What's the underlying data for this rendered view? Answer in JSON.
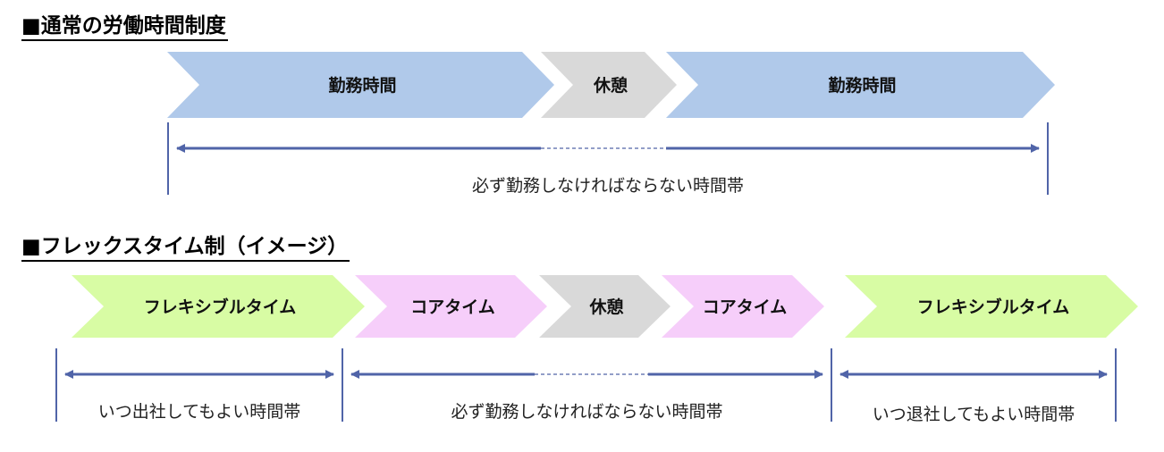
{
  "colors": {
    "work": "#b0c9ea",
    "break": "#d9d9d9",
    "flexible": "#d8fca4",
    "core": "#f6cefa",
    "line": "#5064a8"
  },
  "sections": [
    {
      "heading": "■通常の労働時間制度",
      "segments": [
        {
          "label": "勤務時間",
          "kind": "work"
        },
        {
          "label": "休憩",
          "kind": "break"
        },
        {
          "label": "勤務時間",
          "kind": "work"
        }
      ],
      "spans": [
        {
          "label": "必ず勤務しなければならない時間帯",
          "dashed_middle": true
        }
      ]
    },
    {
      "heading": "■フレックスタイム制（イメージ）",
      "segments": [
        {
          "label": "フレキシブルタイム",
          "kind": "flexible"
        },
        {
          "label": "コアタイム",
          "kind": "core"
        },
        {
          "label": "休憩",
          "kind": "break"
        },
        {
          "label": "コアタイム",
          "kind": "core"
        },
        {
          "label": "フレキシブルタイム",
          "kind": "flexible"
        }
      ],
      "spans": [
        {
          "label": "いつ出社してもよい時間帯",
          "dashed_middle": false
        },
        {
          "label": "必ず勤務しなければならない時間帯",
          "dashed_middle": true
        },
        {
          "label": "いつ退社してもよい時間帯",
          "dashed_middle": false
        }
      ]
    }
  ]
}
